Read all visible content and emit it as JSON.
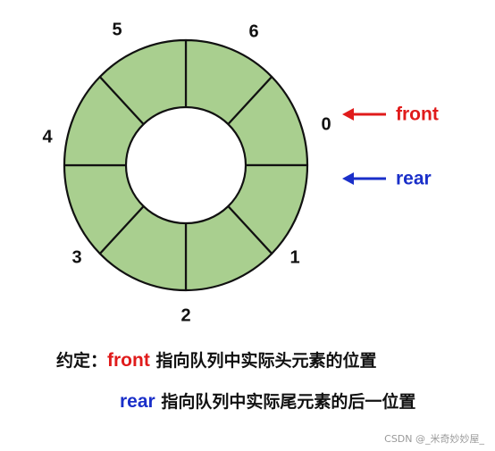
{
  "ring": {
    "slot_count": 8,
    "fill_color": "#a9cf8f",
    "stroke_color": "#111111",
    "slot_labels": [
      "0",
      "1",
      "2",
      "3",
      "4",
      "5",
      "6"
    ]
  },
  "pointers": {
    "front": {
      "label": "front",
      "color": "#e01b1b",
      "points_to_slot": "0"
    },
    "rear": {
      "label": "rear",
      "color": "#1a2fc9",
      "points_to_slot": "0"
    }
  },
  "legend": {
    "prefix": "约定：",
    "front_keyword": "front",
    "front_desc": "指向队列中实际头元素的位置",
    "rear_keyword": "rear",
    "rear_desc": "指向队列中实际尾元素的后一位置"
  },
  "watermark": "CSDN @_米奇妙妙屋_"
}
